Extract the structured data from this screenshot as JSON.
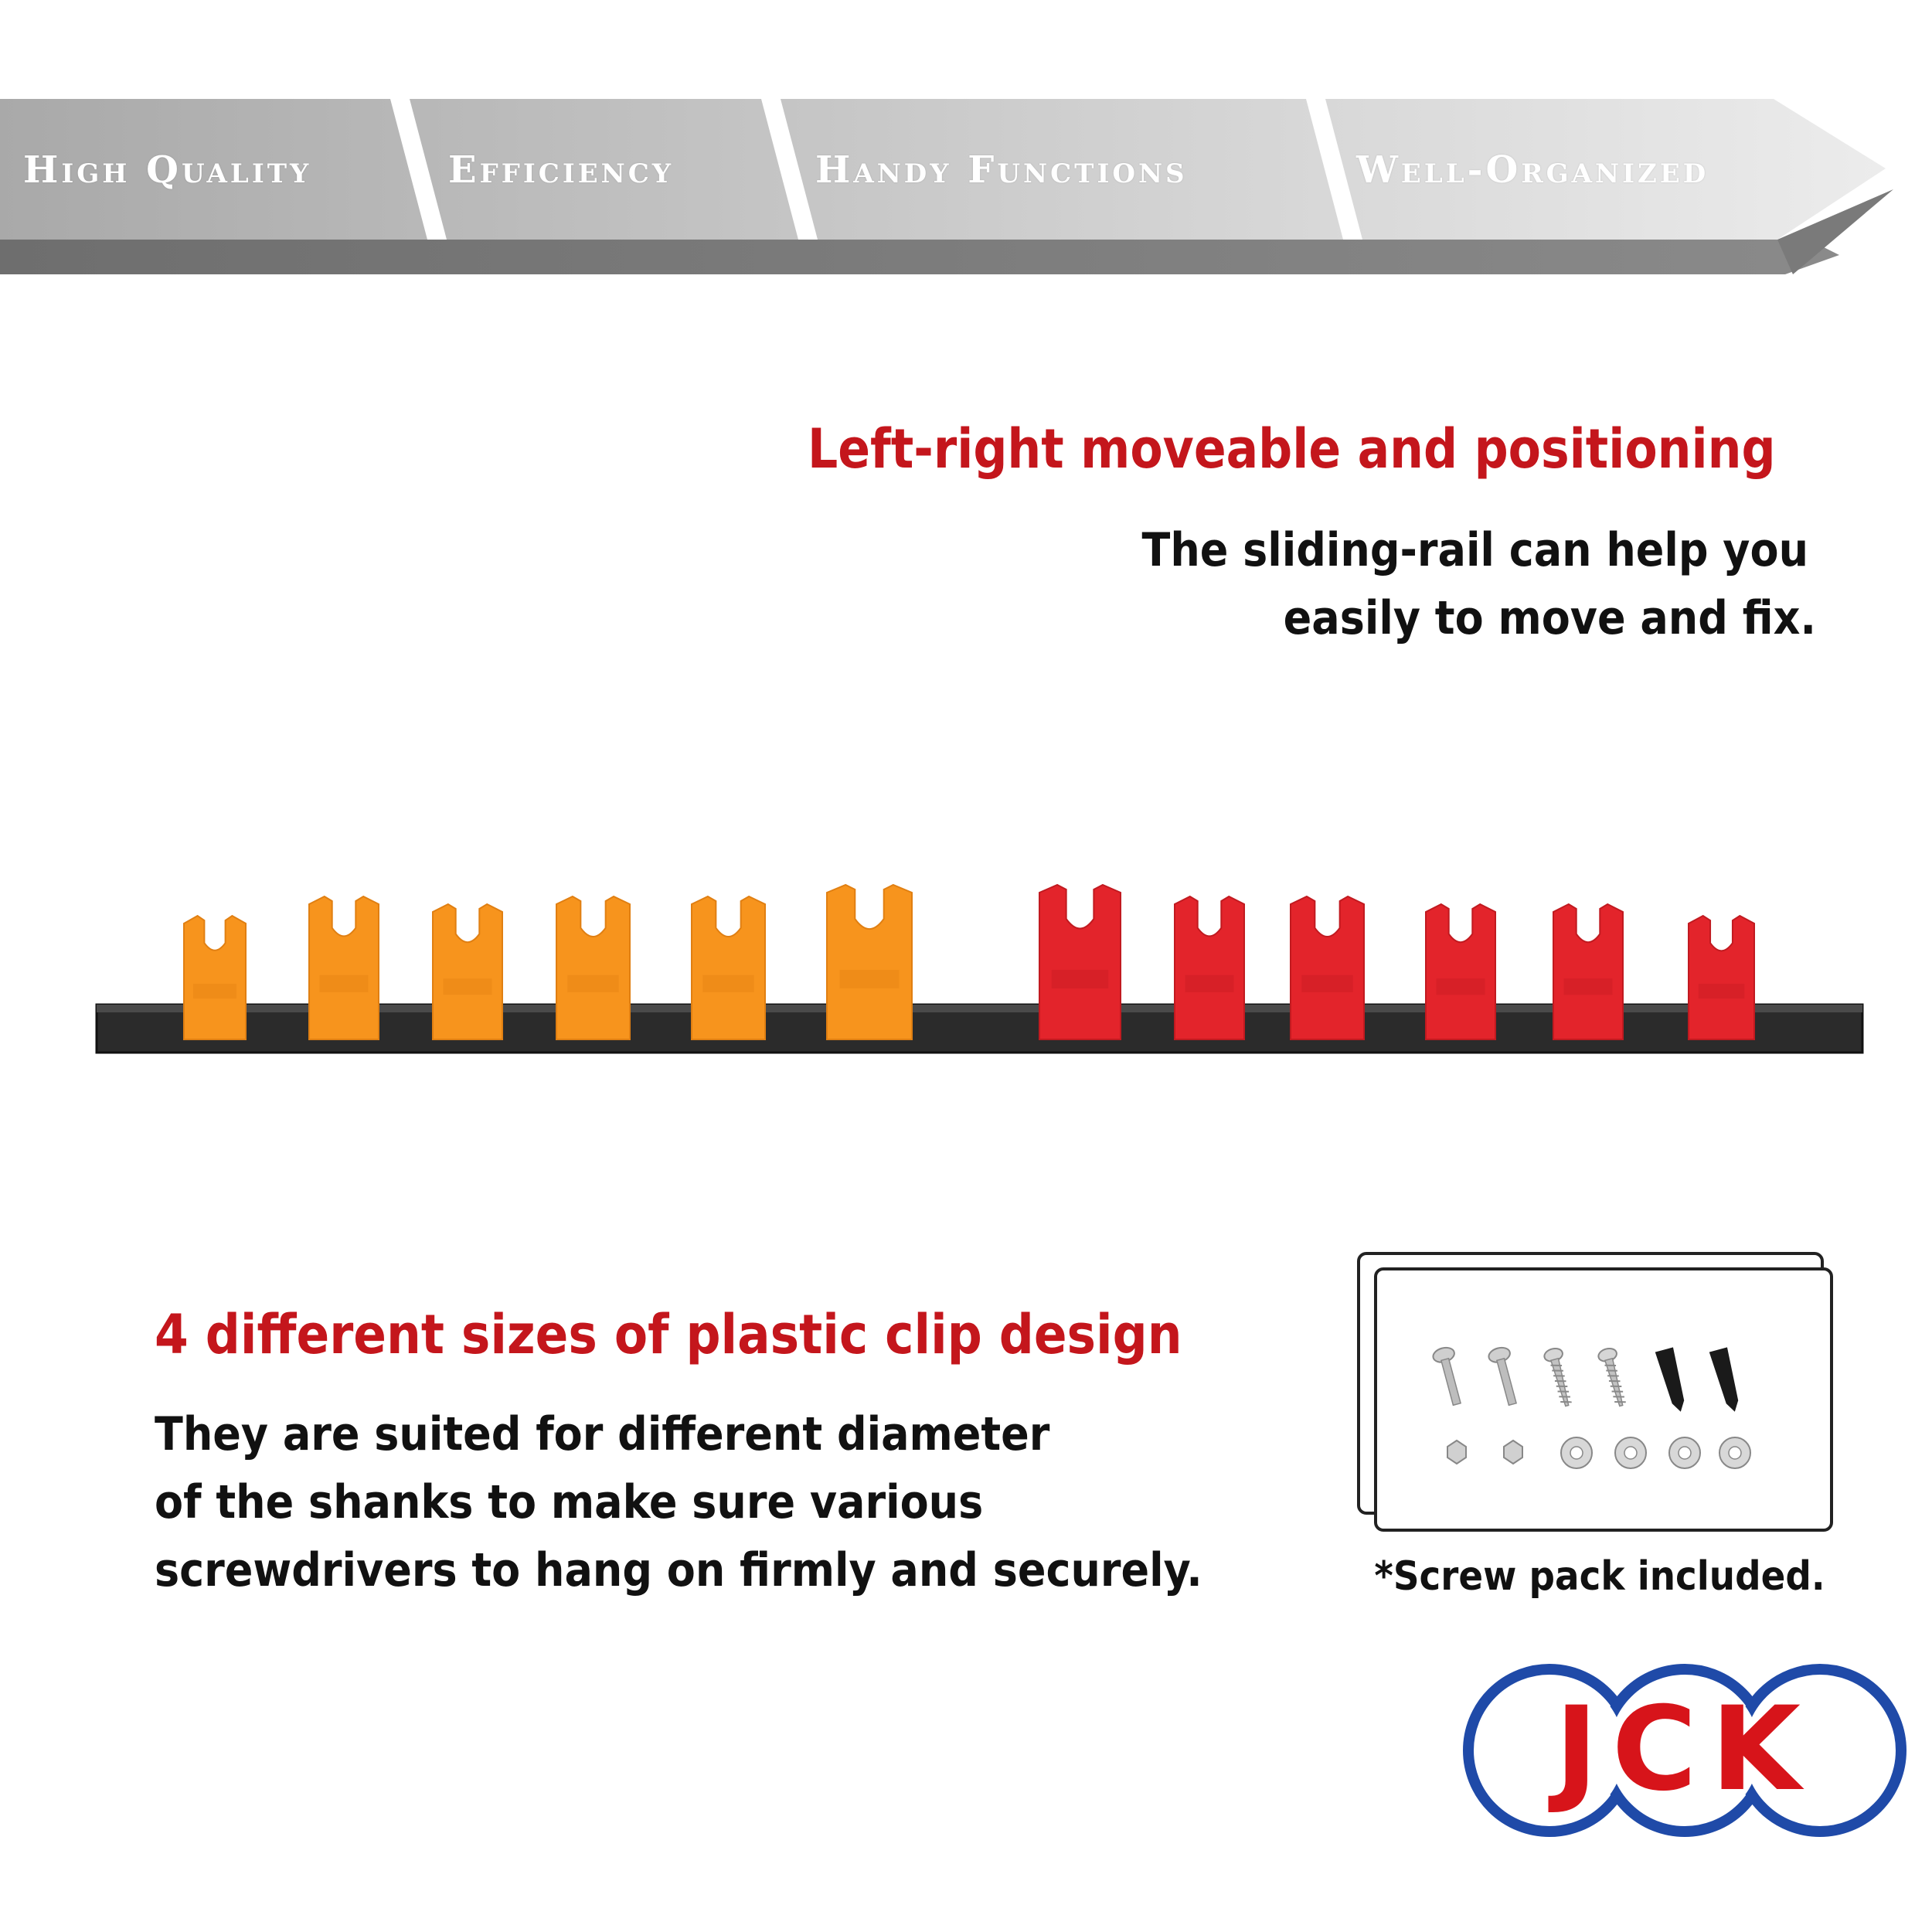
{
  "banner": {
    "tabs": [
      {
        "label": "High Quality"
      },
      {
        "label": "Efficiency"
      },
      {
        "label": "Handy Functions"
      },
      {
        "label": "Well-Organized"
      }
    ]
  },
  "feature_slide": {
    "heading": "Left-right moveable and positioning",
    "description_line1": "The sliding-rail can help you",
    "description_line2": "easily to move and fix."
  },
  "feature_clips": {
    "heading": "4 different sizes of plastic clip design",
    "description_line1": "They are suited for different diameter",
    "description_line2": "of the shanks to make sure various",
    "description_line3": "screwdrivers to hang on firmly and securely."
  },
  "screw_pack": {
    "note": "*Screw pack included."
  },
  "rail": {
    "clip_colors": {
      "orange": "#f7941d",
      "red": "#e3242b"
    },
    "orange_clip_count": 6,
    "red_clip_count": 6
  },
  "logo": {
    "text": "JCK",
    "outline_color": "#1f4aa8",
    "letter_color": "#d7141a"
  },
  "colors": {
    "accent_red": "#c4161c",
    "banner_gray": "#b3b3b3"
  }
}
